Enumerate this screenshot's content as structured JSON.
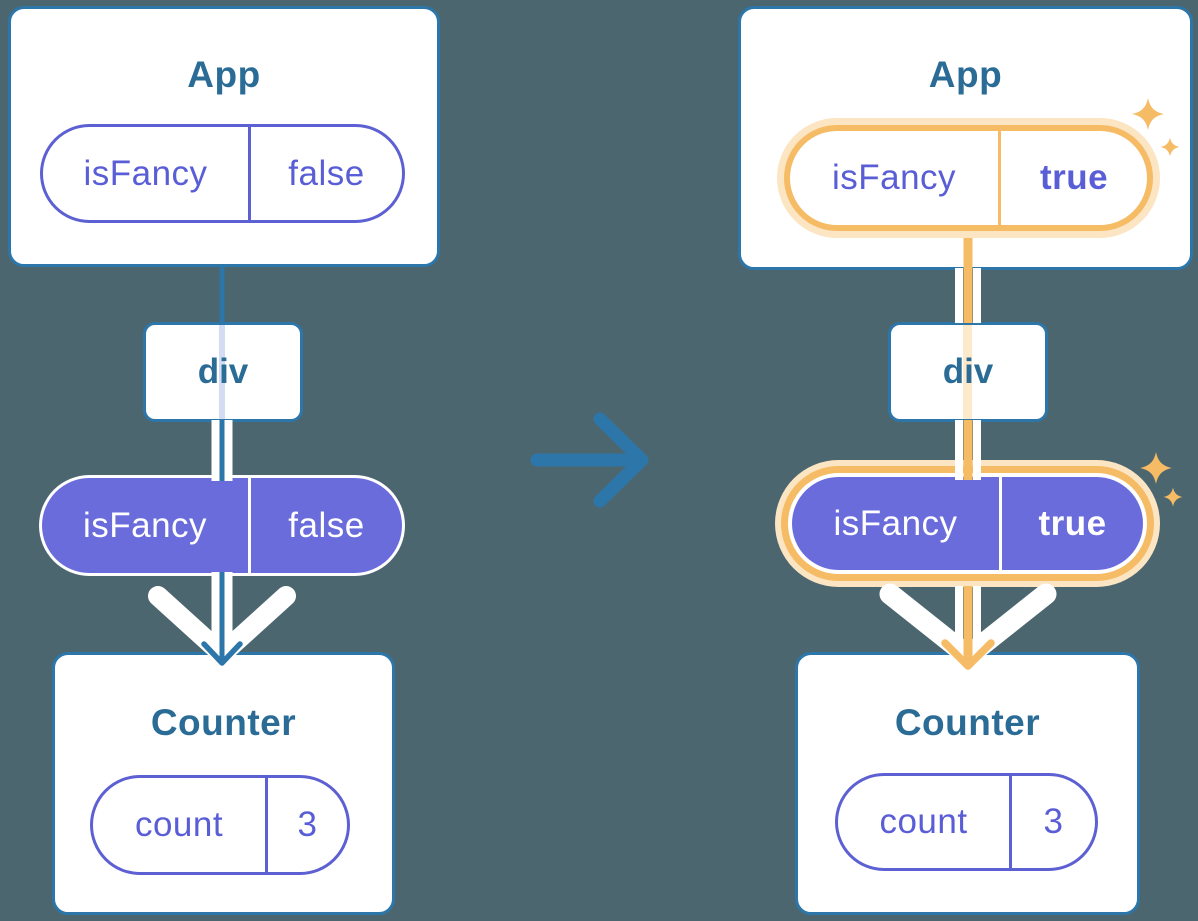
{
  "colors": {
    "background": "#4c666f",
    "card_border": "#2c76a9",
    "title_text": "#2b6c96",
    "purple_fill": "#6a6cdc",
    "purple_border": "#5d60d2",
    "purple_text": "#5a5ed6",
    "orange": "#f6bb65",
    "orange_pale": "#fce5c3",
    "faded_blue_line": "#d2dcf2",
    "faded_orange_line": "#fdeacd",
    "white": "#ffffff"
  },
  "before": {
    "app": {
      "title": "App",
      "prop": {
        "name": "isFancy",
        "value": "false"
      }
    },
    "middle": {
      "label": "div"
    },
    "passed_prop": {
      "name": "isFancy",
      "value": "false"
    },
    "counter": {
      "title": "Counter",
      "state": {
        "name": "count",
        "value": "3"
      }
    }
  },
  "after": {
    "app": {
      "title": "App",
      "prop": {
        "name": "isFancy",
        "value": "true"
      }
    },
    "middle": {
      "label": "div"
    },
    "passed_prop": {
      "name": "isFancy",
      "value": "true"
    },
    "counter": {
      "title": "Counter",
      "state": {
        "name": "count",
        "value": "3"
      }
    }
  }
}
